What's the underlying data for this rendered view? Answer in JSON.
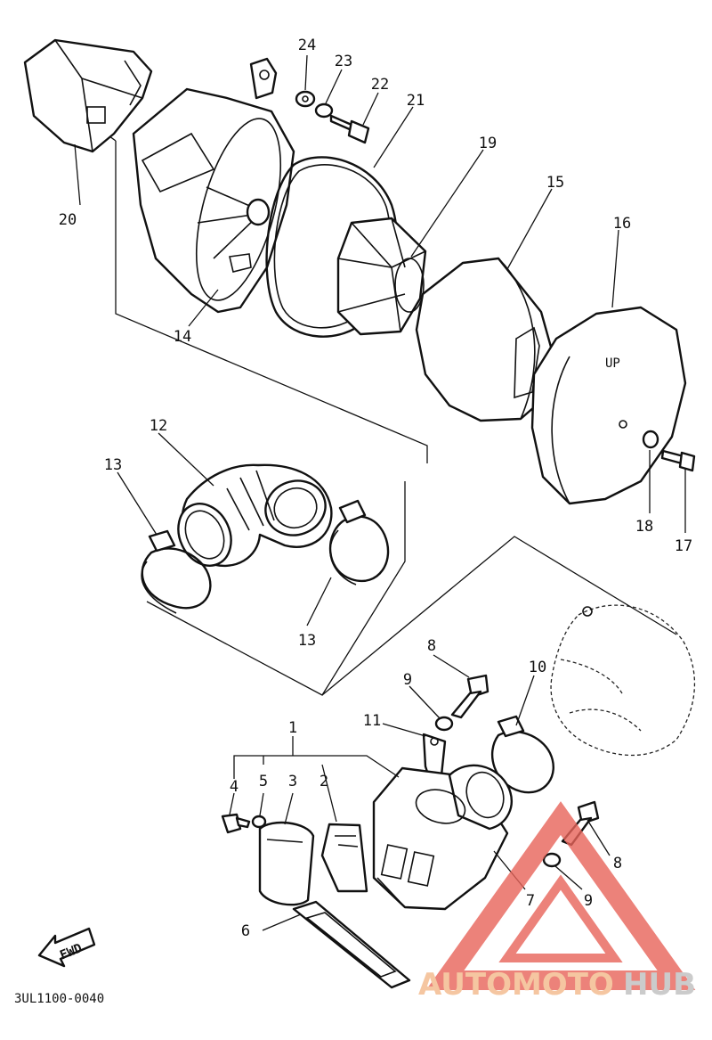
{
  "diagram": {
    "code": "3UL1100-0040",
    "fwd_label": "FWD",
    "part_labels": {
      "p1": "1",
      "p2": "2",
      "p3": "3",
      "p4": "4",
      "p5": "5",
      "p6": "6",
      "p7": "7",
      "p8a": "8",
      "p8b": "8",
      "p9a": "9",
      "p9b": "9",
      "p10": "10",
      "p11": "11",
      "p12": "12",
      "p13a": "13",
      "p13b": "13",
      "p14": "14",
      "p15": "15",
      "p16": "16",
      "p17": "17",
      "p18": "18",
      "p19": "19",
      "p20": "20",
      "p21": "21",
      "p22": "22",
      "p23": "23",
      "p24": "24"
    }
  },
  "watermark": {
    "text_auto": "AUTOMOTO",
    "text_hub": "HUB",
    "color_red": "#e8645a",
    "color_orange": "#f3b98a",
    "color_gray": "#bfbfbf"
  }
}
